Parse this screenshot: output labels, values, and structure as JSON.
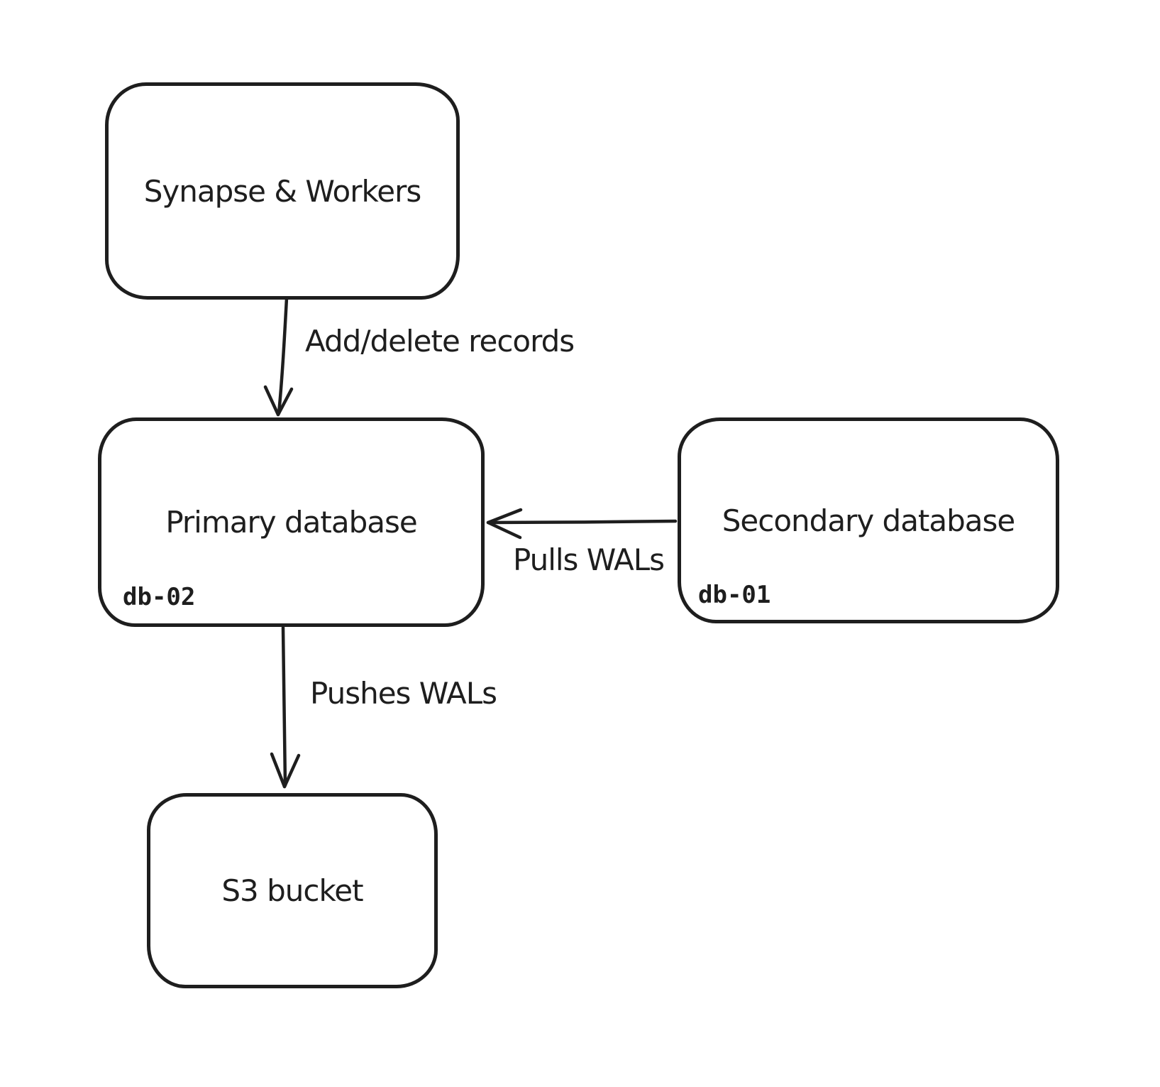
{
  "diagram": {
    "colors": {
      "stroke": "#1e1e1e",
      "background": "#ffffff"
    },
    "nodes": [
      {
        "label": "Synapse & Workers"
      },
      {
        "label": "Primary database",
        "sublabel": "db-02"
      },
      {
        "label": "Secondary database",
        "sublabel": "db-01"
      },
      {
        "label": "S3 bucket"
      }
    ],
    "edges": [
      {
        "label": "Add/delete records",
        "from": "Synapse & Workers",
        "to": "Primary database",
        "direction": "down"
      },
      {
        "label": "Pulls WALs",
        "from": "Secondary database",
        "to": "Primary database",
        "direction": "left"
      },
      {
        "label": "Pushes WALs",
        "from": "Primary database",
        "to": "S3 bucket",
        "direction": "down"
      }
    ]
  }
}
